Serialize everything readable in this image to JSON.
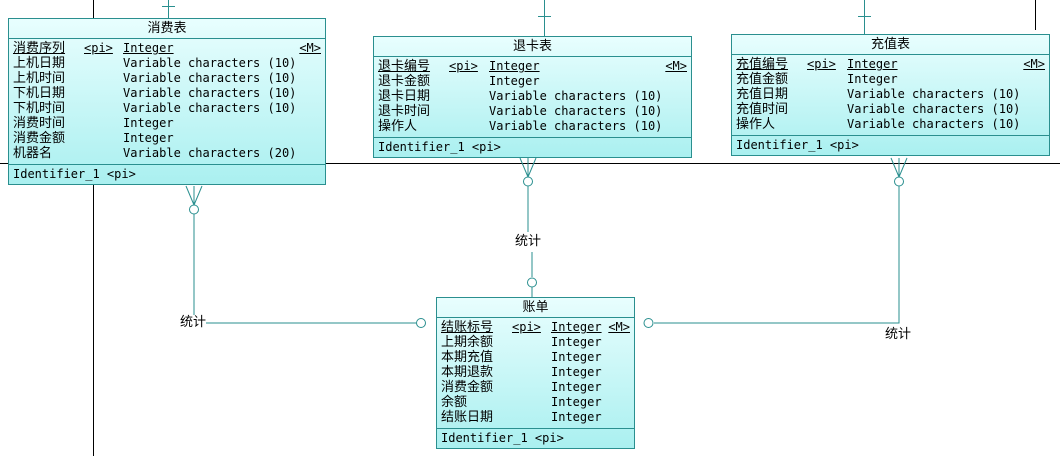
{
  "entities": {
    "consumption": {
      "title": "消费表",
      "attrs": [
        {
          "name": "消费序列",
          "pi": "<pi>",
          "type": "Integer",
          "m": "<M>",
          "key": true
        },
        {
          "name": "上机日期",
          "type": "Variable characters (10)"
        },
        {
          "name": "上机时间",
          "type": "Variable characters (10)"
        },
        {
          "name": "下机日期",
          "type": "Variable characters (10)"
        },
        {
          "name": "下机时间",
          "type": "Variable characters (10)"
        },
        {
          "name": "消费时间",
          "type": "Integer"
        },
        {
          "name": "消费金额",
          "type": "Integer"
        },
        {
          "name": "机器名",
          "type": "Variable characters (20)"
        }
      ],
      "identifier": "Identifier_1  <pi>"
    },
    "refund": {
      "title": "退卡表",
      "attrs": [
        {
          "name": "退卡编号",
          "pi": "<pi>",
          "type": "Integer",
          "m": "<M>",
          "key": true
        },
        {
          "name": "退卡金额",
          "type": "Integer"
        },
        {
          "name": "退卡日期",
          "type": "Variable characters (10)"
        },
        {
          "name": "退卡时间",
          "type": "Variable characters (10)"
        },
        {
          "name": "操作人",
          "type": "Variable characters (10)"
        }
      ],
      "identifier": "Identifier_1  <pi>"
    },
    "recharge": {
      "title": "充值表",
      "attrs": [
        {
          "name": "充值编号",
          "pi": "<pi>",
          "type": "Integer",
          "m": "<M>",
          "key": true
        },
        {
          "name": "充值金额",
          "type": "Integer"
        },
        {
          "name": "充值日期",
          "type": "Variable characters (10)"
        },
        {
          "name": "充值时间",
          "type": "Variable characters (10)"
        },
        {
          "name": "操作人",
          "type": "Variable characters (10)"
        }
      ],
      "identifier": "Identifier_1  <pi>"
    },
    "bill": {
      "title": "账单",
      "attrs": [
        {
          "name": "结账标号",
          "pi": "<pi>",
          "type": "Integer",
          "m": "<M>",
          "key": true
        },
        {
          "name": "上期余额",
          "type": "Integer"
        },
        {
          "name": "本期充值",
          "type": "Integer"
        },
        {
          "name": "本期退款",
          "type": "Integer"
        },
        {
          "name": "消费金额",
          "type": "Integer"
        },
        {
          "name": "余额",
          "type": "Integer"
        },
        {
          "name": "结账日期",
          "type": "Integer"
        }
      ],
      "identifier": "Identifier_1  <pi>"
    }
  },
  "relationships": {
    "consumption_bill": "统计",
    "refund_bill": "统计",
    "recharge_bill": "统计"
  },
  "colors": {
    "line": "#2a8f8f",
    "entity_fill": "#c6f6f6",
    "border": "#000000"
  }
}
